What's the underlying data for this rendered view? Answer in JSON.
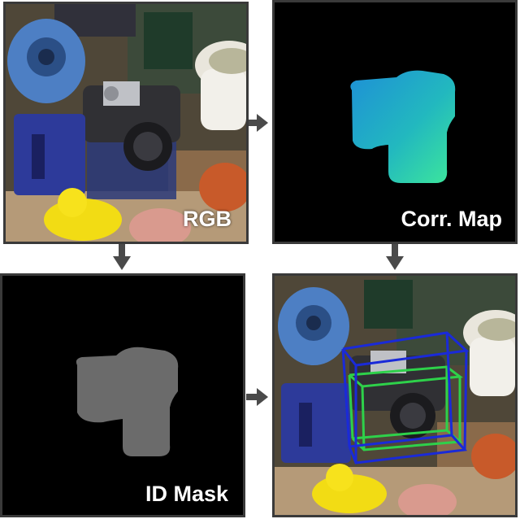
{
  "panels": {
    "rgb": {
      "label": "RGB"
    },
    "corr_map": {
      "label": "Corr. Map"
    },
    "id_mask": {
      "label": "ID Mask"
    },
    "result": {
      "label": ""
    }
  },
  "colors": {
    "background": "#ffffff",
    "panel_border": "#3a3a3a",
    "arrow": "#4a4a4a",
    "mask_gray": "#6b6b6b",
    "corr_gradient_start": "#1e90d6",
    "corr_gradient_end": "#3ee89a",
    "bbox_blue": "#1a2ad8",
    "bbox_green": "#2ed14a"
  },
  "arrows": [
    {
      "from": "rgb",
      "to": "corr_map",
      "direction": "right"
    },
    {
      "from": "rgb",
      "to": "id_mask",
      "direction": "down"
    },
    {
      "from": "corr_map",
      "to": "result",
      "direction": "down"
    },
    {
      "from": "id_mask",
      "to": "result",
      "direction": "right"
    }
  ]
}
